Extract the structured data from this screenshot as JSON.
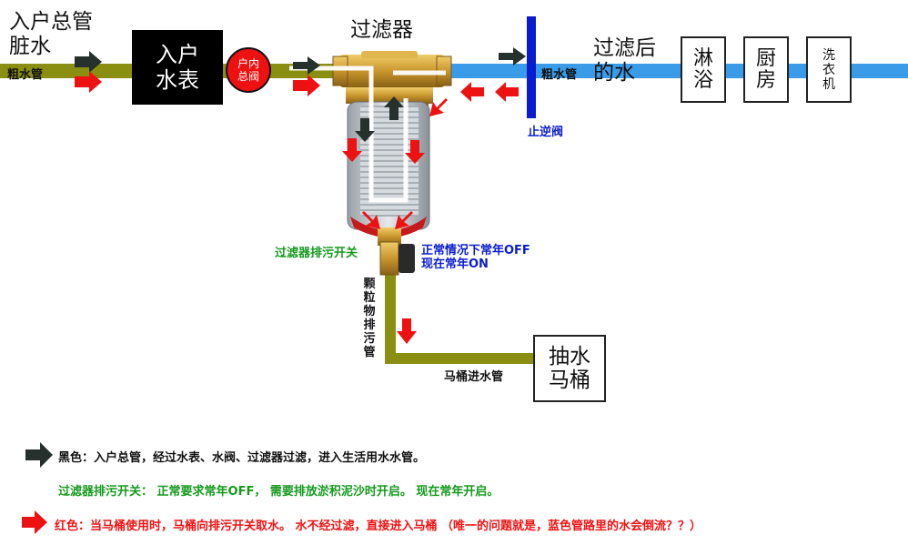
{
  "title_inlet": [
    "入户总管",
    "脏水"
  ],
  "label_pipe_left": "粗水管",
  "meter": [
    "入户",
    "水表"
  ],
  "valve": [
    "户内",
    "总阀"
  ],
  "filter_title": "过滤器",
  "label_pipe_right": "粗水管",
  "check_valve": "止逆阀",
  "filtered_water": [
    "过滤后",
    "的水"
  ],
  "fixtures": [
    {
      "lines": [
        "淋",
        "浴"
      ]
    },
    {
      "lines": [
        "厨",
        "房"
      ]
    },
    {
      "lines": [
        "洗",
        "衣",
        "机"
      ]
    }
  ],
  "drain_switch_label": "过滤器排污开关",
  "normal_state": [
    "正常情况下常年OFF",
    "现在常年ON"
  ],
  "drain_pipe_label": [
    "颗",
    "粒",
    "物",
    "排",
    "污",
    "管"
  ],
  "toilet_pipe_label": "马桶进水管",
  "toilet": [
    "抽水",
    "马桶"
  ],
  "legend": {
    "black": "黑色：入户总管，经过水表、水阀、过滤器过滤，进入生活用水水管。",
    "green": "过滤器排污开关：  正常要求常年OFF，  需要排放淤积泥沙时开启。  现在常年开启。",
    "red": "红色：当马桶使用时，马桶向排污开关取水。  水不经过滤，直接进入马桶  （唯一的问题就是，蓝色管路里的水会倒流？？）"
  },
  "colors": {
    "inlet_pipe": "#8a8f12",
    "clean_pipe": "#3a9be8",
    "check_valve": "#0a1ccf",
    "black_arrow": "#26302c",
    "red_arrow": "#ee1111",
    "green_text": "#169a1e",
    "blue_text": "#0a1ccf",
    "brass": "#c9962d"
  }
}
